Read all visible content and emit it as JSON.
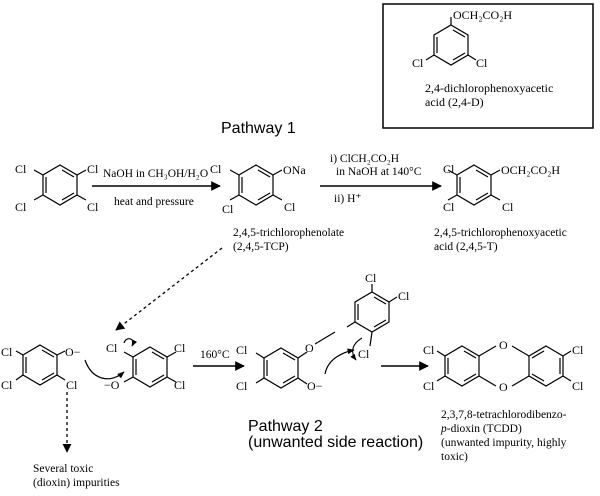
{
  "box": {
    "formula_substituent": "OCH₂CO₂H",
    "cl_left": "Cl",
    "cl_right": "Cl",
    "caption_line1": "2,4-dichlorophenoxyacetic",
    "caption_line2": "acid (2,4-D)"
  },
  "pathway1": {
    "title": "Pathway 1",
    "start_cl": [
      "Cl",
      "Cl",
      "Cl",
      "Cl"
    ],
    "arrow1_top": "NaOH in CH₃OH/H₂O",
    "arrow1_bottom": "heat and pressure",
    "tcp_substituent": "ONa",
    "tcp_cl": [
      "Cl",
      "Cl",
      "Cl"
    ],
    "tcp_name_line1": "2,4,5-trichlorophenolate",
    "tcp_name_line2": "(2,4,5-TCP)",
    "arrow2_line1": "i) ClCH₂CO₂H",
    "arrow2_line2": "in NaOH at 140°C",
    "arrow2_line3": "ii) H⁺",
    "t_substituent": "OCH₂CO₂H",
    "t_cl": [
      "Cl",
      "Cl",
      "Cl"
    ],
    "t_name_line1": "2,4,5-trichlorophenoxyacetic",
    "t_name_line2": "acid (2,4,5-T)"
  },
  "pathway2": {
    "title_line1": "Pathway 2",
    "title_line2": "(unwanted side reaction)",
    "phenolate_o": "O−",
    "phenolate_cl": [
      "Cl",
      "Cl",
      "Cl"
    ],
    "second_o": "−O",
    "second_cl": [
      "Cl",
      "Cl",
      "Cl"
    ],
    "temp_label": "160°C",
    "ether_o": "O",
    "ether_o_minus": "O−",
    "ether_cl": [
      "Cl",
      "Cl",
      "Cl",
      "Cl",
      "Cl"
    ],
    "tcdd_o": [
      "O",
      "O"
    ],
    "tcdd_cl": [
      "Cl",
      "Cl",
      "Cl",
      "Cl"
    ],
    "tcdd_name_line1": "2,3,7,8-tetrachlorodibenzo-",
    "tcdd_name_line2_italic": "p",
    "tcdd_name_line2_rest": "-dioxin (TCDD)",
    "tcdd_name_line3": "(unwanted impurity, highly",
    "tcdd_name_line4": "toxic)",
    "side_label_line1": "Several toxic",
    "side_label_line2": "(dioxin) impurities"
  }
}
